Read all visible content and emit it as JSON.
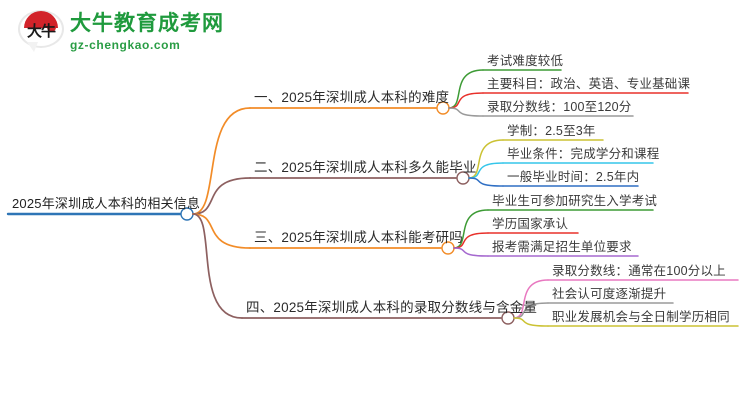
{
  "header": {
    "logo_cn": "大牛",
    "logo_title": "大牛教育成考网",
    "logo_domain": "gz-chengkao.com",
    "brand_green": "#1f9a3d",
    "brand_red": "#d2232a"
  },
  "mindmap": {
    "root": {
      "label": "2025年深圳成人本科的相关信息",
      "line_color": "#2e75b6",
      "node_color": "#2e75b6"
    },
    "branches": [
      {
        "label": "一、2025年深圳成人本科的难度",
        "line_color": "#f28c28",
        "node_color": "#f28c28",
        "children": [
          {
            "label": "考试难度较低",
            "line_color": "#3d9b35"
          },
          {
            "label": "主要科目：政治、英语、专业基础课",
            "line_color": "#e8302a"
          },
          {
            "label": "录取分数线：100至120分",
            "line_color": "#9a9a9a"
          }
        ]
      },
      {
        "label": "二、2025年深圳成人本科多久能毕业",
        "line_color": "#8d6060",
        "node_color": "#8d6060",
        "children": [
          {
            "label": "学制：2.5至3年",
            "line_color": "#cbc233"
          },
          {
            "label": "毕业条件：完成学分和课程",
            "line_color": "#35c6ea"
          },
          {
            "label": "一般毕业时间：2.5年内",
            "line_color": "#2f6fc4"
          }
        ]
      },
      {
        "label": "三、2025年深圳成人本科能考研吗",
        "line_color": "#f28c28",
        "node_color": "#f28c28",
        "children": [
          {
            "label": "毕业生可参加研究生入学考试",
            "line_color": "#3d9b35"
          },
          {
            "label": "学历国家承认",
            "line_color": "#e8302a"
          },
          {
            "label": "报考需满足招生单位要求",
            "line_color": "#a569cf"
          }
        ]
      },
      {
        "label": "四、2025年深圳成人本科的录取分数线与含金量",
        "line_color": "#8d6060",
        "node_color": "#8d6060",
        "children": [
          {
            "label": "录取分数线：通常在100分以上",
            "line_color": "#e878c0"
          },
          {
            "label": "社会认可度逐渐提升",
            "line_color": "#9a9a9a"
          },
          {
            "label": "职业发展机会与全日制学历相同",
            "line_color": "#cbc233"
          }
        ]
      }
    ]
  }
}
